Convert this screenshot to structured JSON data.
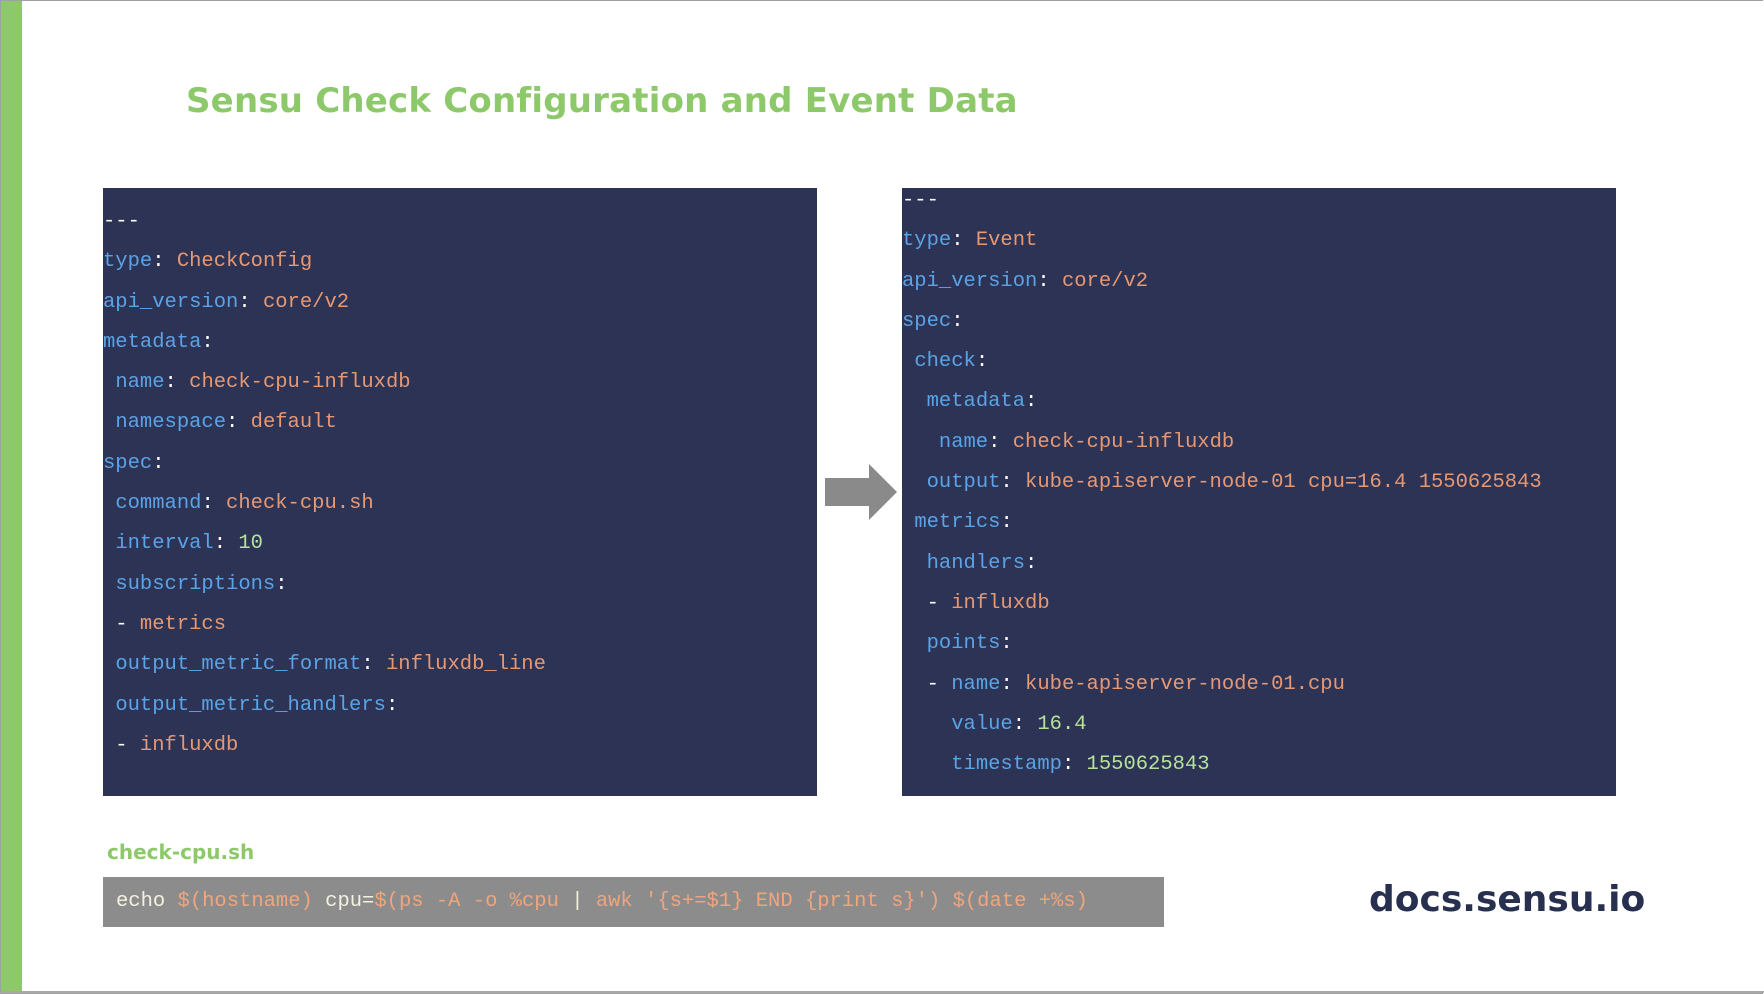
{
  "slide": {
    "title": "Sensu Check Configuration and Event Data",
    "accent_color": "#8dc96a",
    "panel_color": "#2d3355",
    "key_color": "#5aa3e6",
    "string_color": "#e69873",
    "number_color": "#b6e29b"
  },
  "check_config": [
    [
      {
        "t": "---",
        "c": "p"
      }
    ],
    [
      {
        "t": "type",
        "c": "k"
      },
      {
        "t": ": ",
        "c": "p"
      },
      {
        "t": "CheckConfig",
        "c": "s"
      }
    ],
    [
      {
        "t": "api_version",
        "c": "k"
      },
      {
        "t": ": ",
        "c": "p"
      },
      {
        "t": "core/v2",
        "c": "s"
      }
    ],
    [
      {
        "t": "metadata",
        "c": "k"
      },
      {
        "t": ":",
        "c": "p"
      }
    ],
    [
      {
        "t": " ",
        "c": "p"
      },
      {
        "t": "name",
        "c": "k"
      },
      {
        "t": ": ",
        "c": "p"
      },
      {
        "t": "check-cpu-influxdb",
        "c": "s"
      }
    ],
    [
      {
        "t": " ",
        "c": "p"
      },
      {
        "t": "namespace",
        "c": "k"
      },
      {
        "t": ": ",
        "c": "p"
      },
      {
        "t": "default",
        "c": "s"
      }
    ],
    [
      {
        "t": "spec",
        "c": "k"
      },
      {
        "t": ":",
        "c": "p"
      }
    ],
    [
      {
        "t": " ",
        "c": "p"
      },
      {
        "t": "command",
        "c": "k"
      },
      {
        "t": ": ",
        "c": "p"
      },
      {
        "t": "check-cpu.sh",
        "c": "s"
      }
    ],
    [
      {
        "t": " ",
        "c": "p"
      },
      {
        "t": "interval",
        "c": "k"
      },
      {
        "t": ": ",
        "c": "p"
      },
      {
        "t": "10",
        "c": "n"
      }
    ],
    [
      {
        "t": " ",
        "c": "p"
      },
      {
        "t": "subscriptions",
        "c": "k"
      },
      {
        "t": ":",
        "c": "p"
      }
    ],
    [
      {
        "t": " - ",
        "c": "p"
      },
      {
        "t": "metrics",
        "c": "s"
      }
    ],
    [
      {
        "t": " ",
        "c": "p"
      },
      {
        "t": "output_metric_format",
        "c": "k"
      },
      {
        "t": ": ",
        "c": "p"
      },
      {
        "t": "influxdb_line",
        "c": "s"
      }
    ],
    [
      {
        "t": " ",
        "c": "p"
      },
      {
        "t": "output_metric_handlers",
        "c": "k"
      },
      {
        "t": ":",
        "c": "p"
      }
    ],
    [
      {
        "t": " - ",
        "c": "p"
      },
      {
        "t": "influxdb",
        "c": "s"
      }
    ]
  ],
  "event_data": [
    [
      {
        "t": "---",
        "c": "p"
      }
    ],
    [
      {
        "t": "type",
        "c": "k"
      },
      {
        "t": ": ",
        "c": "p"
      },
      {
        "t": "Event",
        "c": "s"
      }
    ],
    [
      {
        "t": "api_version",
        "c": "k"
      },
      {
        "t": ": ",
        "c": "p"
      },
      {
        "t": "core/v2",
        "c": "s"
      }
    ],
    [
      {
        "t": "spec",
        "c": "k"
      },
      {
        "t": ":",
        "c": "p"
      }
    ],
    [
      {
        "t": " ",
        "c": "p"
      },
      {
        "t": "check",
        "c": "k"
      },
      {
        "t": ":",
        "c": "p"
      }
    ],
    [
      {
        "t": "  ",
        "c": "p"
      },
      {
        "t": "metadata",
        "c": "k"
      },
      {
        "t": ":",
        "c": "p"
      }
    ],
    [
      {
        "t": "   ",
        "c": "p"
      },
      {
        "t": "name",
        "c": "k"
      },
      {
        "t": ": ",
        "c": "p"
      },
      {
        "t": "check-cpu-influxdb",
        "c": "s"
      }
    ],
    [
      {
        "t": "  ",
        "c": "p"
      },
      {
        "t": "output",
        "c": "k"
      },
      {
        "t": ": ",
        "c": "p"
      },
      {
        "t": "kube-apiserver-node-01 cpu=16.4 1550625843",
        "c": "s"
      }
    ],
    [
      {
        "t": " ",
        "c": "p"
      },
      {
        "t": "metrics",
        "c": "k"
      },
      {
        "t": ":",
        "c": "p"
      }
    ],
    [
      {
        "t": "  ",
        "c": "p"
      },
      {
        "t": "handlers",
        "c": "k"
      },
      {
        "t": ":",
        "c": "p"
      }
    ],
    [
      {
        "t": "  - ",
        "c": "p"
      },
      {
        "t": "influxdb",
        "c": "s"
      }
    ],
    [
      {
        "t": "  ",
        "c": "p"
      },
      {
        "t": "points",
        "c": "k"
      },
      {
        "t": ":",
        "c": "p"
      }
    ],
    [
      {
        "t": "  - ",
        "c": "p"
      },
      {
        "t": "name",
        "c": "k"
      },
      {
        "t": ": ",
        "c": "p"
      },
      {
        "t": "kube-apiserver-node-01.cpu",
        "c": "s"
      }
    ],
    [
      {
        "t": "    ",
        "c": "p"
      },
      {
        "t": "value",
        "c": "k"
      },
      {
        "t": ": ",
        "c": "p"
      },
      {
        "t": "16.4",
        "c": "n"
      }
    ],
    [
      {
        "t": "    ",
        "c": "p"
      },
      {
        "t": "timestamp",
        "c": "k"
      },
      {
        "t": ": ",
        "c": "p"
      },
      {
        "t": "1550625843",
        "c": "n"
      }
    ]
  ],
  "arrow_icon": "right-arrow-icon",
  "script": {
    "label": "check-cpu.sh",
    "segments": [
      {
        "t": "echo ",
        "c": "w"
      },
      {
        "t": "$(hostname)",
        "c": "o"
      },
      {
        "t": " cpu=",
        "c": "w"
      },
      {
        "t": "$(ps -A -o %cpu ",
        "c": "o"
      },
      {
        "t": "|",
        "c": "w"
      },
      {
        "t": " awk '{s+=$1} END {print s}') $(date +%s)",
        "c": "o"
      }
    ]
  },
  "footer": {
    "site": "docs.sensu.io"
  }
}
